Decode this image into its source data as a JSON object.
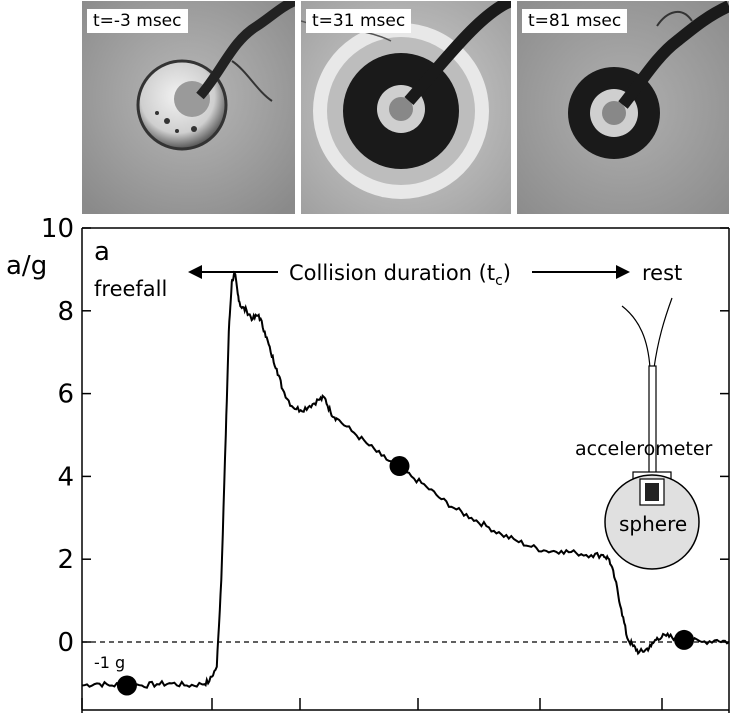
{
  "photos": [
    {
      "label": "t=-3 msec"
    },
    {
      "label": "t=31 msec"
    },
    {
      "label": "t=81 msec"
    }
  ],
  "chart_data": {
    "type": "line",
    "panel_label": "a",
    "ylabel": "a/g",
    "xlabel": "",
    "ylim": [
      -1.4,
      10
    ],
    "yticks": [
      0,
      2,
      4,
      6,
      8,
      10
    ],
    "grid": false,
    "reference_line": {
      "y": 0,
      "style": "dashed"
    },
    "series": [
      {
        "points": [
          [
            0,
            -1.05
          ],
          [
            10,
            -1.0
          ],
          [
            20,
            -1.05
          ],
          [
            30,
            -1.0
          ],
          [
            40,
            -1.05
          ],
          [
            50,
            -1.02
          ],
          [
            60,
            -1.0
          ],
          [
            70,
            -1.05
          ],
          [
            80,
            -1.02
          ],
          [
            85,
            -0.95
          ],
          [
            90,
            -0.6
          ],
          [
            93,
            1.5
          ],
          [
            96,
            5.0
          ],
          [
            98,
            7.5
          ],
          [
            100,
            8.7
          ],
          [
            102,
            8.9
          ],
          [
            104,
            8.4
          ],
          [
            106,
            8.1
          ],
          [
            110,
            8.0
          ],
          [
            114,
            7.8
          ],
          [
            118,
            7.9
          ],
          [
            122,
            7.5
          ],
          [
            126,
            7.0
          ],
          [
            130,
            6.6
          ],
          [
            134,
            6.1
          ],
          [
            140,
            5.7
          ],
          [
            146,
            5.6
          ],
          [
            152,
            5.7
          ],
          [
            158,
            5.85
          ],
          [
            162,
            5.9
          ],
          [
            166,
            5.55
          ],
          [
            170,
            5.4
          ],
          [
            180,
            5.1
          ],
          [
            190,
            4.8
          ],
          [
            200,
            4.5
          ],
          [
            210,
            4.25
          ],
          [
            220,
            4.0
          ],
          [
            230,
            3.75
          ],
          [
            240,
            3.45
          ],
          [
            250,
            3.2
          ],
          [
            260,
            3.0
          ],
          [
            270,
            2.8
          ],
          [
            280,
            2.6
          ],
          [
            290,
            2.45
          ],
          [
            300,
            2.3
          ],
          [
            310,
            2.2
          ],
          [
            320,
            2.2
          ],
          [
            330,
            2.15
          ],
          [
            340,
            2.1
          ],
          [
            348,
            2.1
          ],
          [
            352,
            2.0
          ],
          [
            356,
            1.5
          ],
          [
            360,
            0.8
          ],
          [
            364,
            0.1
          ],
          [
            368,
            -0.1
          ],
          [
            372,
            -0.25
          ],
          [
            376,
            -0.2
          ],
          [
            380,
            -0.1
          ],
          [
            384,
            0.1
          ],
          [
            390,
            0.15
          ],
          [
            396,
            0.1
          ],
          [
            404,
            0.05
          ],
          [
            414,
            0.0
          ],
          [
            424,
            0.05
          ],
          [
            432,
            0.0
          ]
        ]
      }
    ],
    "markers": [
      {
        "x": 30,
        "y": -1.05
      },
      {
        "x": 212,
        "y": 4.25
      },
      {
        "x": 402,
        "y": 0.05
      }
    ],
    "annotations": {
      "freefall": "freefall",
      "collision": "Collision duration (t",
      "collision_sub": "c",
      "collision_close": ")",
      "rest": "rest",
      "minus_one_g": "-1 g",
      "accelerometer": "accelerometer",
      "sphere": "sphere"
    }
  }
}
